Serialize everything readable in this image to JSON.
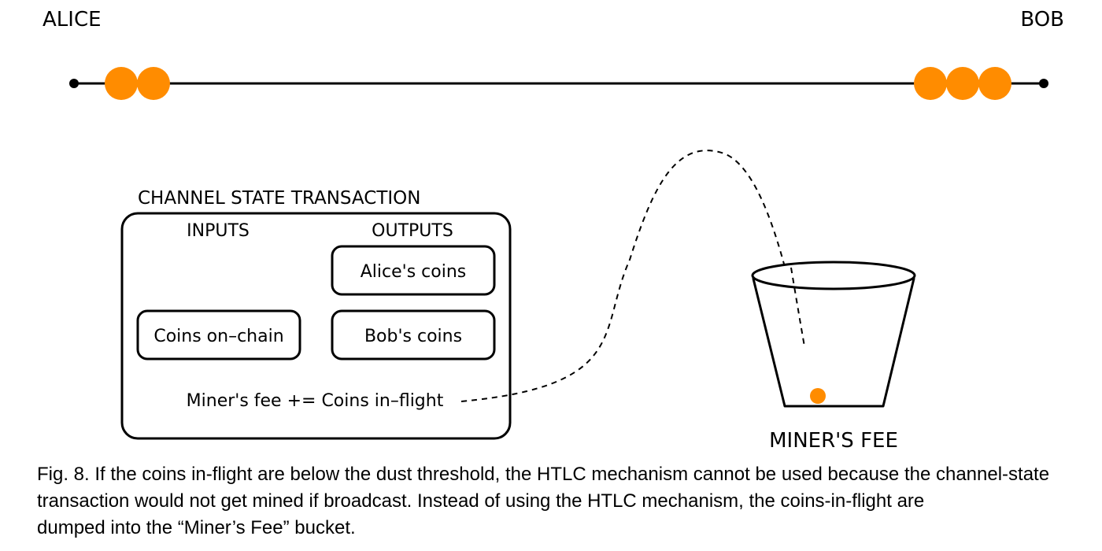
{
  "channel": {
    "left_party": "ALICE",
    "right_party": "BOB",
    "left_coin_count": 2,
    "right_coin_count": 3
  },
  "transaction": {
    "title": "CHANNEL STATE TRANSACTION",
    "inputs_header": "INPUTS",
    "outputs_header": "OUTPUTS",
    "input_box": "Coins on–chain",
    "output_boxes": [
      "Alice's coins",
      "Bob's coins"
    ],
    "fee_line": "Miner's fee += Coins in–flight"
  },
  "bucket": {
    "label": "MINER'S FEE",
    "coin_count": 1
  },
  "colors": {
    "coin": "#ff8c00",
    "ink": "#000000"
  },
  "caption": {
    "lines": [
      "Fig. 8. If the coins in-flight are below the dust threshold, the HTLC mechanism cannot be used because the channel-state",
      "transaction would not get mined if broadcast. Instead of using the HTLC mechanism, the coins-in-flight are",
      "dumped into the “Miner’s Fee” bucket."
    ]
  }
}
